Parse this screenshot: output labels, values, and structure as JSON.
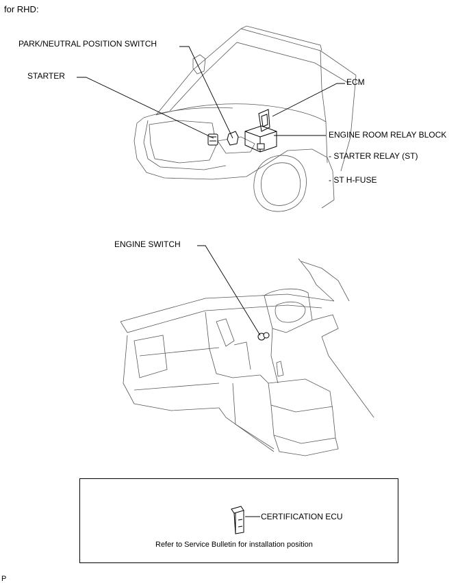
{
  "header": {
    "title": "for RHD:"
  },
  "engine_room": {
    "labels": {
      "park_neutral": "PARK/NEUTRAL POSITION SWITCH",
      "starter": "STARTER",
      "ecm": "ECM",
      "relay_block": "ENGINE ROOM RELAY BLOCK",
      "starter_relay": "- STARTER RELAY (ST)",
      "st_hfuse": "- ST H-FUSE"
    }
  },
  "cabin": {
    "labels": {
      "engine_switch": "ENGINE SWITCH"
    }
  },
  "inset": {
    "certification_ecu": "CERTIFICATION ECU",
    "note": "Refer to Service Bulletin for installation position"
  },
  "footer": {
    "code": "P"
  }
}
